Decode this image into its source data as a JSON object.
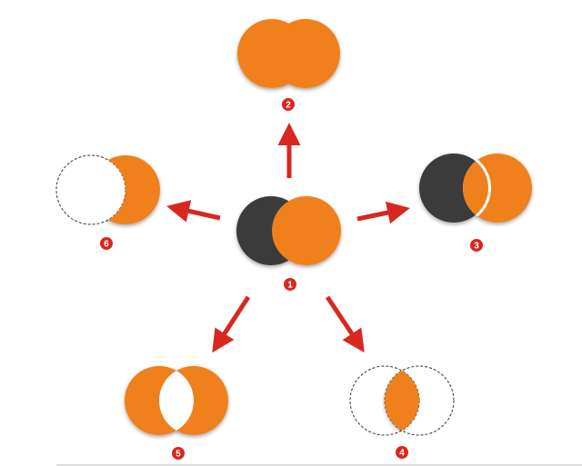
{
  "colors": {
    "orange": "#f0801e",
    "dark": "#3a3a3a",
    "arrow": "#d8281f",
    "badge": "#d8281f",
    "badge_text": "#ffffff",
    "dash": "#333333",
    "baseline": "#bbbbbb"
  },
  "operations": [
    {
      "id": "op-1",
      "badge": "1",
      "depiction": "two-overlapping-circles-dark-and-orange"
    },
    {
      "id": "op-2",
      "badge": "2",
      "depiction": "union"
    },
    {
      "id": "op-3",
      "badge": "3",
      "depiction": "divide"
    },
    {
      "id": "op-4",
      "badge": "4",
      "depiction": "intersect"
    },
    {
      "id": "op-5",
      "badge": "5",
      "depiction": "exclude-overlap"
    },
    {
      "id": "op-6",
      "badge": "6",
      "depiction": "subtract-front"
    }
  ],
  "arrows": [
    {
      "from": "1",
      "to": "2"
    },
    {
      "from": "1",
      "to": "3"
    },
    {
      "from": "1",
      "to": "4"
    },
    {
      "from": "1",
      "to": "5"
    },
    {
      "from": "1",
      "to": "6"
    }
  ]
}
